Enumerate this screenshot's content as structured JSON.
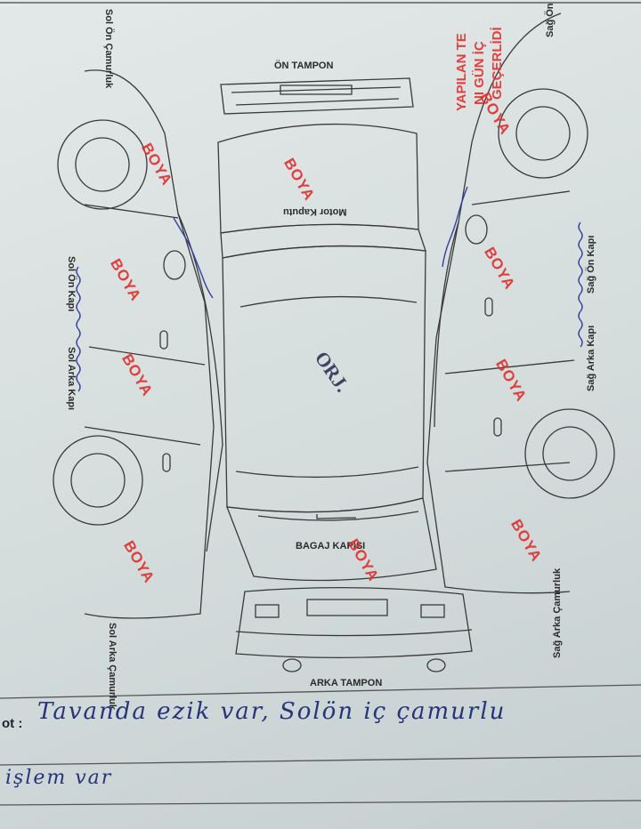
{
  "form": {
    "header_stamp": [
      "YAPILAN TE",
      "NI GÜN İÇ",
      "GEÇERLİDİ"
    ],
    "labels": {
      "on_tampon": "ÖN TAMPON",
      "motor_kaputu": "Motor Kaputu",
      "bagaj_kapisi": "BAGAJ KAPISI",
      "arka_tampon": "ARKA TAMPON",
      "sol_on_camurluk": "Sol Ön Çamurluk",
      "sol_on_kapi": "Sol Ön Kapı",
      "sol_arka_kapi": "Sol Arka Kapı",
      "sol_arka_camurluk": "Sol Arka Çamurluk",
      "sag_on_camurluk": "Sağ Ön Çamurluk",
      "sag_on_kapi": "Sağ Ön Kapı",
      "sag_arka_kapi": "Sağ Arka Kapı",
      "sag_arka_camurluk": "Sağ Arka Çamurluk"
    },
    "paint_stamp": "BOYA",
    "original_mark": "ORJ.",
    "note_label": "ot :",
    "note_lines": [
      "Tavanda ezik var, Solön iç çamurlu",
      "işlem var"
    ],
    "colors": {
      "stamp_red": "#e0312f",
      "ink_blue": "#26347a",
      "outline": "#3a3a3a"
    }
  }
}
